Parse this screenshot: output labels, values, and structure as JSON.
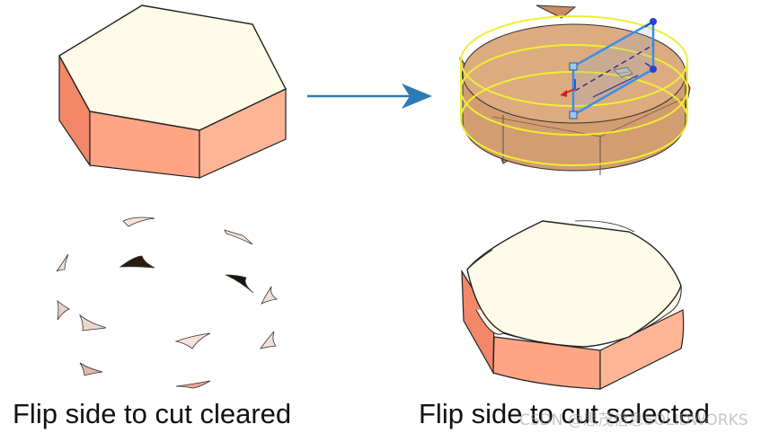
{
  "captions": {
    "left": "Flip side to cut cleared",
    "right": "Flip side to cut selected"
  },
  "watermark": "CSDN @思茂信息SOLIDWORKS",
  "colors": {
    "top_face": "#fffbe8",
    "side_face_light": "#ffad8c",
    "side_face_dark": "#f2876a",
    "arrow": "#2b7bb5",
    "cylinder": "#d9a577",
    "preview_outline": "#eeee33",
    "sketch_plane": "#3b8ee8"
  },
  "icons": {
    "arrow": "right-arrow-icon",
    "plane_handle": "square-handle-icon",
    "axis_triad": "axis-triad-icon"
  }
}
